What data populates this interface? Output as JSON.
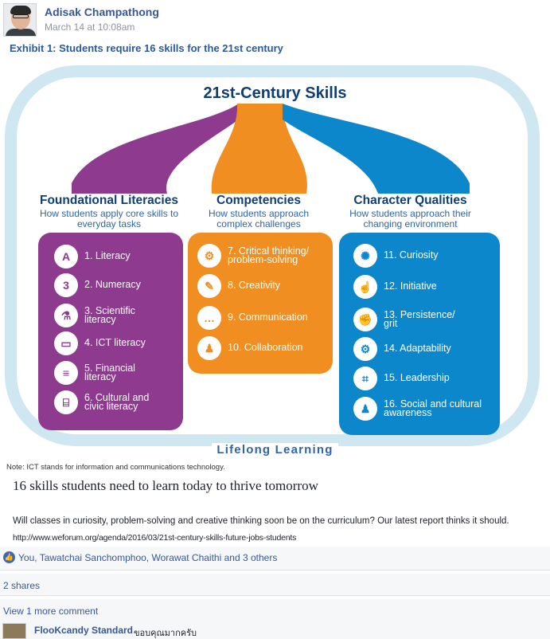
{
  "post": {
    "author": "Adisak Champathong",
    "timestamp": "March 14 at 10:08am"
  },
  "exhibit": {
    "title": "Exhibit 1: Students require 16 skills for the 21st century",
    "main_title": "21st-Century Skills",
    "columns": [
      {
        "heading": "Foundational Literacies",
        "subheading": "How students apply core skills to everyday tasks",
        "color": "#8e3a8f",
        "skills": [
          {
            "label": "1. Literacy",
            "icon": "abc-letters-icon"
          },
          {
            "label": "2. Numeracy",
            "icon": "numbers-icon"
          },
          {
            "label": "3. Scientific\nliteracy",
            "icon": "flask-icon"
          },
          {
            "label": "4. ICT literacy",
            "icon": "laptop-icon"
          },
          {
            "label": "5. Financial\nliteracy",
            "icon": "coins-icon"
          },
          {
            "label": "6. Cultural and\ncivic literacy",
            "icon": "columns-building-icon"
          }
        ]
      },
      {
        "heading": "Competencies",
        "subheading": "How students approach complex challenges",
        "color": "#f08e21",
        "skills": [
          {
            "label": "7. Critical thinking/\nproblem-solving",
            "icon": "head-gears-icon"
          },
          {
            "label": "8. Creativity",
            "icon": "pencils-icon"
          },
          {
            "label": "9. Communication",
            "icon": "speech-bubbles-icon"
          },
          {
            "label": "10. Collaboration",
            "icon": "people-group-icon"
          }
        ]
      },
      {
        "heading": "Character Qualities",
        "subheading": "How students approach their changing environment",
        "color": "#0c87cb",
        "skills": [
          {
            "label": "11. Curiosity",
            "icon": "lightbulb-icon"
          },
          {
            "label": "12. Initiative",
            "icon": "hand-pointer-icon"
          },
          {
            "label": "13. Persistence/\ngrit",
            "icon": "fist-icon"
          },
          {
            "label": "14. Adaptability",
            "icon": "gears-icon"
          },
          {
            "label": "15. Leadership",
            "icon": "org-chart-icon"
          },
          {
            "label": "16. Social and cultural\nawareness",
            "icon": "people-icon"
          }
        ]
      }
    ],
    "footer_label": "Lifelong Learning",
    "note": "Note: ICT stands for information and communications technology.",
    "frame_color": "#cfe7f0"
  },
  "link_preview": {
    "title": "16 skills students need to learn today to thrive tomorrow",
    "description": "Will classes in curiosity, problem-solving and creative thinking soon be on the curriculum? Our latest report thinks it should.",
    "url": "http://www.weforum.org/agenda/2016/03/21st-century-skills-future-jobs-students"
  },
  "reactions": {
    "likes_text": "You, Tawatchai Sanchomphoo, Worawat Chaithi and 3 others",
    "shares_text": "2 shares",
    "more_comments_text": "View 1 more comment"
  },
  "comment": {
    "author": "FlooKcandy Standard",
    "text": "ขอบคุณมากครับ"
  }
}
